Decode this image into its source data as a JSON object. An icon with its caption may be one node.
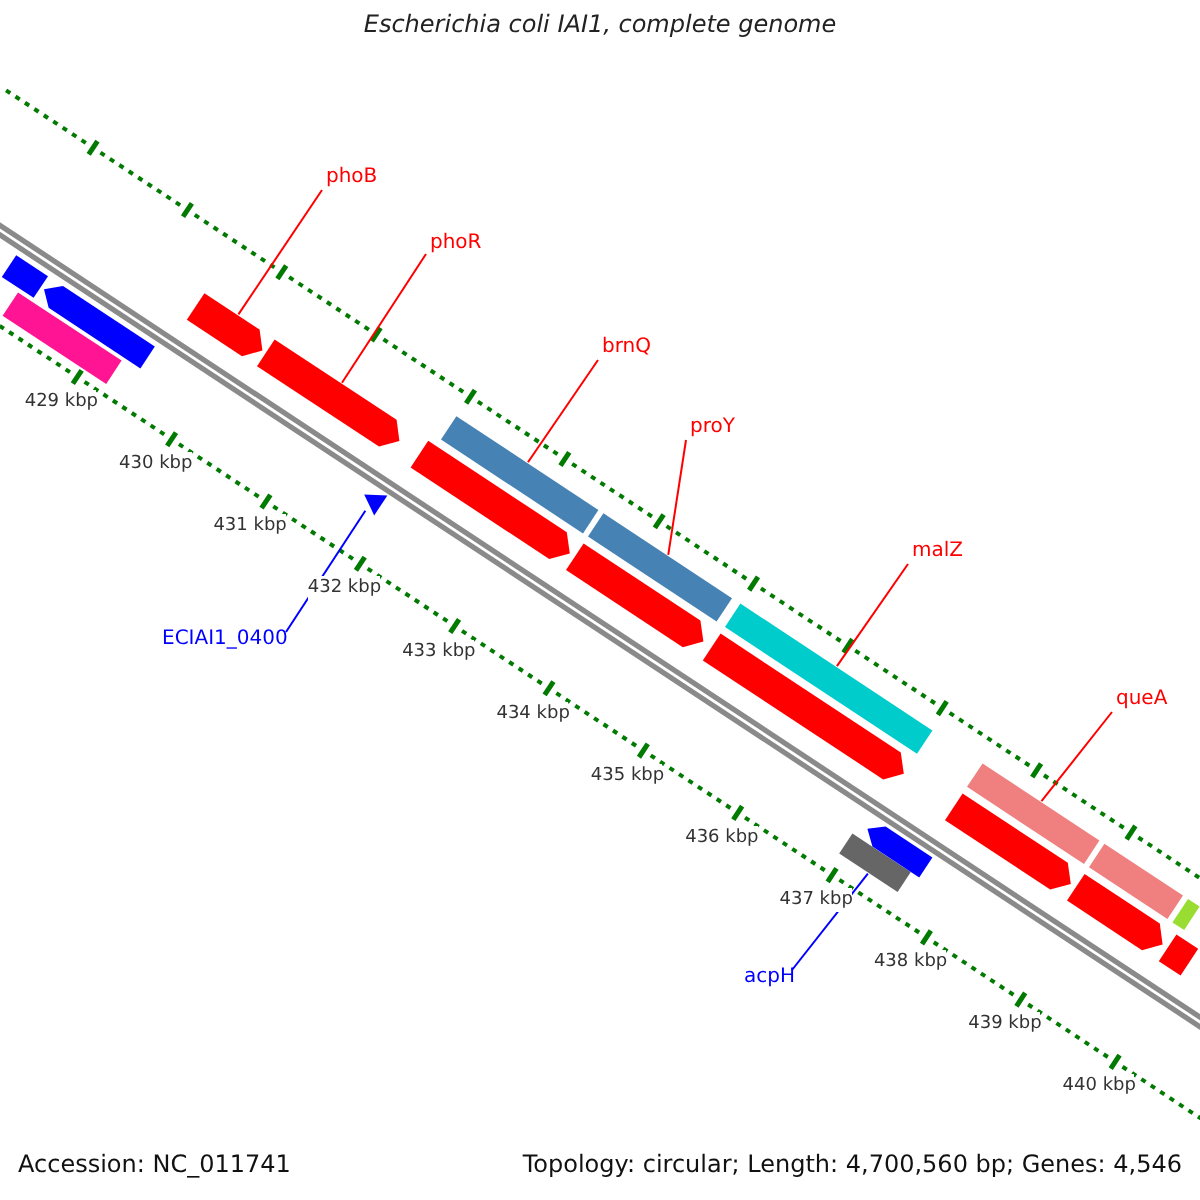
{
  "diagram": {
    "title": "Escherichia coli IAI1, complete genome",
    "nodes": [
      {
        "text": [
          "phoB"
        ]
      },
      {
        "text": [
          "phoR"
        ]
      },
      {
        "text": [
          "brnQ"
        ]
      },
      {
        "text": [
          "proY"
        ]
      },
      {
        "text": [
          "malZ"
        ]
      },
      {
        "text": [
          "queA"
        ]
      },
      {
        "text": [
          "ECIAI1_0400"
        ]
      },
      {
        "text": [
          "acpH"
        ]
      },
      {
        "text": [],
        "shape": "bar"
      },
      {
        "text": [],
        "shape": "bar"
      },
      {
        "text": [],
        "shape": "bar"
      },
      {
        "text": [],
        "shape": "bar"
      },
      {
        "text": [],
        "shape": "bar"
      },
      {
        "text": [],
        "shape": "bar"
      },
      {
        "text": [],
        "shape": "triangle"
      },
      {
        "text": [],
        "shape": "bar"
      },
      {
        "text": [],
        "shape": "bar"
      },
      {
        "text": [],
        "shape": "bar"
      },
      {
        "text": [],
        "shape": "bar"
      },
      {
        "text": [],
        "shape": "bar"
      },
      {
        "text": [],
        "shape": "bar"
      },
      {
        "text": [],
        "shape": "bar"
      },
      {
        "text": [],
        "shape": "bar"
      },
      {
        "text": [],
        "shape": "bar"
      },
      {
        "text": [],
        "shape": "bar"
      },
      {
        "text": [],
        "shape": "bar"
      },
      {
        "text": [],
        "shape": "bar"
      },
      {
        "text": [],
        "shape": "bar"
      }
    ],
    "edges": [
      {
        "from": 0,
        "to": 8,
        "arrow": "none"
      },
      {
        "from": 1,
        "to": 9,
        "arrow": "none"
      },
      {
        "from": 2,
        "to": 10,
        "arrow": "none"
      },
      {
        "from": 3,
        "to": 11,
        "arrow": "none"
      },
      {
        "from": 4,
        "to": 12,
        "arrow": "none"
      },
      {
        "from": 5,
        "to": 13,
        "arrow": "none"
      },
      {
        "from": 6,
        "to": 14,
        "arrow": "none",
        "color": "#0000ff"
      },
      {
        "from": 7,
        "to": 15,
        "arrow": "none",
        "color": "#0000ff"
      }
    ],
    "labels": [
      "429 kbp",
      "430 kbp",
      "431 kbp",
      "432 kbp",
      "433 kbp",
      "434 kbp",
      "435 kbp",
      "436 kbp",
      "437 kbp",
      "438 kbp",
      "439 kbp",
      "440 kbp",
      "Accession: NC_011741",
      "Topology: circular; Length: 4,700,560 bp; Genes: 4,546"
    ]
  }
}
